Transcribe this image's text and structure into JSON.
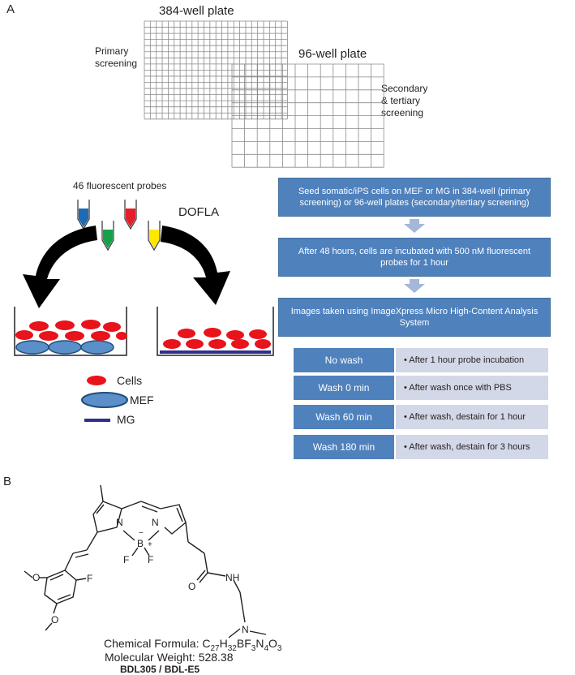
{
  "panels": {
    "a": "A",
    "b": "B"
  },
  "plates": {
    "p384_title": "384-well plate",
    "p96_title": "96-well plate",
    "primary_label": [
      "Primary",
      "screening"
    ],
    "secondary_label": [
      "Secondary",
      "& tertiary",
      "screening"
    ]
  },
  "probes": {
    "title": "46 fluorescent probes",
    "dofla": "DOFLA",
    "tube_colors": [
      "#1f6ab5",
      "#16a04a",
      "#e3202a",
      "#ffe800"
    ]
  },
  "legend": {
    "cells": "Cells",
    "mef": "MEF",
    "mg": "MG",
    "cells_color": "#e8131b",
    "mef_color": "#5b8fc9",
    "mg_color": "#2e2f8c"
  },
  "flow": {
    "step1": "Seed somatic/iPS cells on MEF or MG in 384-well (primary screening) or 96-well plates (secondary/tertiary screening)",
    "step2": "After 48 hours, cells are incubated with 500 nM fluorescent probes for 1 hour",
    "step3": "Images taken using ImageXpress Micro High-Content Analysis System"
  },
  "wash": [
    {
      "label": "No wash",
      "detail": "• After 1 hour probe incubation"
    },
    {
      "label": "Wash 0 min",
      "detail": "• After wash once with PBS"
    },
    {
      "label": "Wash 60 min",
      "detail": "• After wash, destain for 1 hour"
    },
    {
      "label": "Wash 180 min",
      "detail": "• After wash, destain for 3 hours"
    }
  ],
  "compound": {
    "formula_prefix": "Chemical Formula: ",
    "formula": "C27H32BF3N4O3",
    "weight_label": "Molecular Weight: ",
    "weight": "528.38",
    "name1": "BDL305",
    "name2": "BDL-E5",
    "atoms": {
      "n1": "N",
      "n2": "N",
      "b": "B",
      "f1": "F",
      "f2": "F",
      "o1": "O",
      "nh": "NH",
      "n3": "N",
      "f3": "F",
      "o2": "O",
      "o3": "O",
      "minus": "−",
      "plus": "+"
    }
  },
  "colors": {
    "flow_blue": "#4f81bd",
    "wash_grey": "#d3d8e8",
    "arrow_blue": "#a5b8d8"
  }
}
